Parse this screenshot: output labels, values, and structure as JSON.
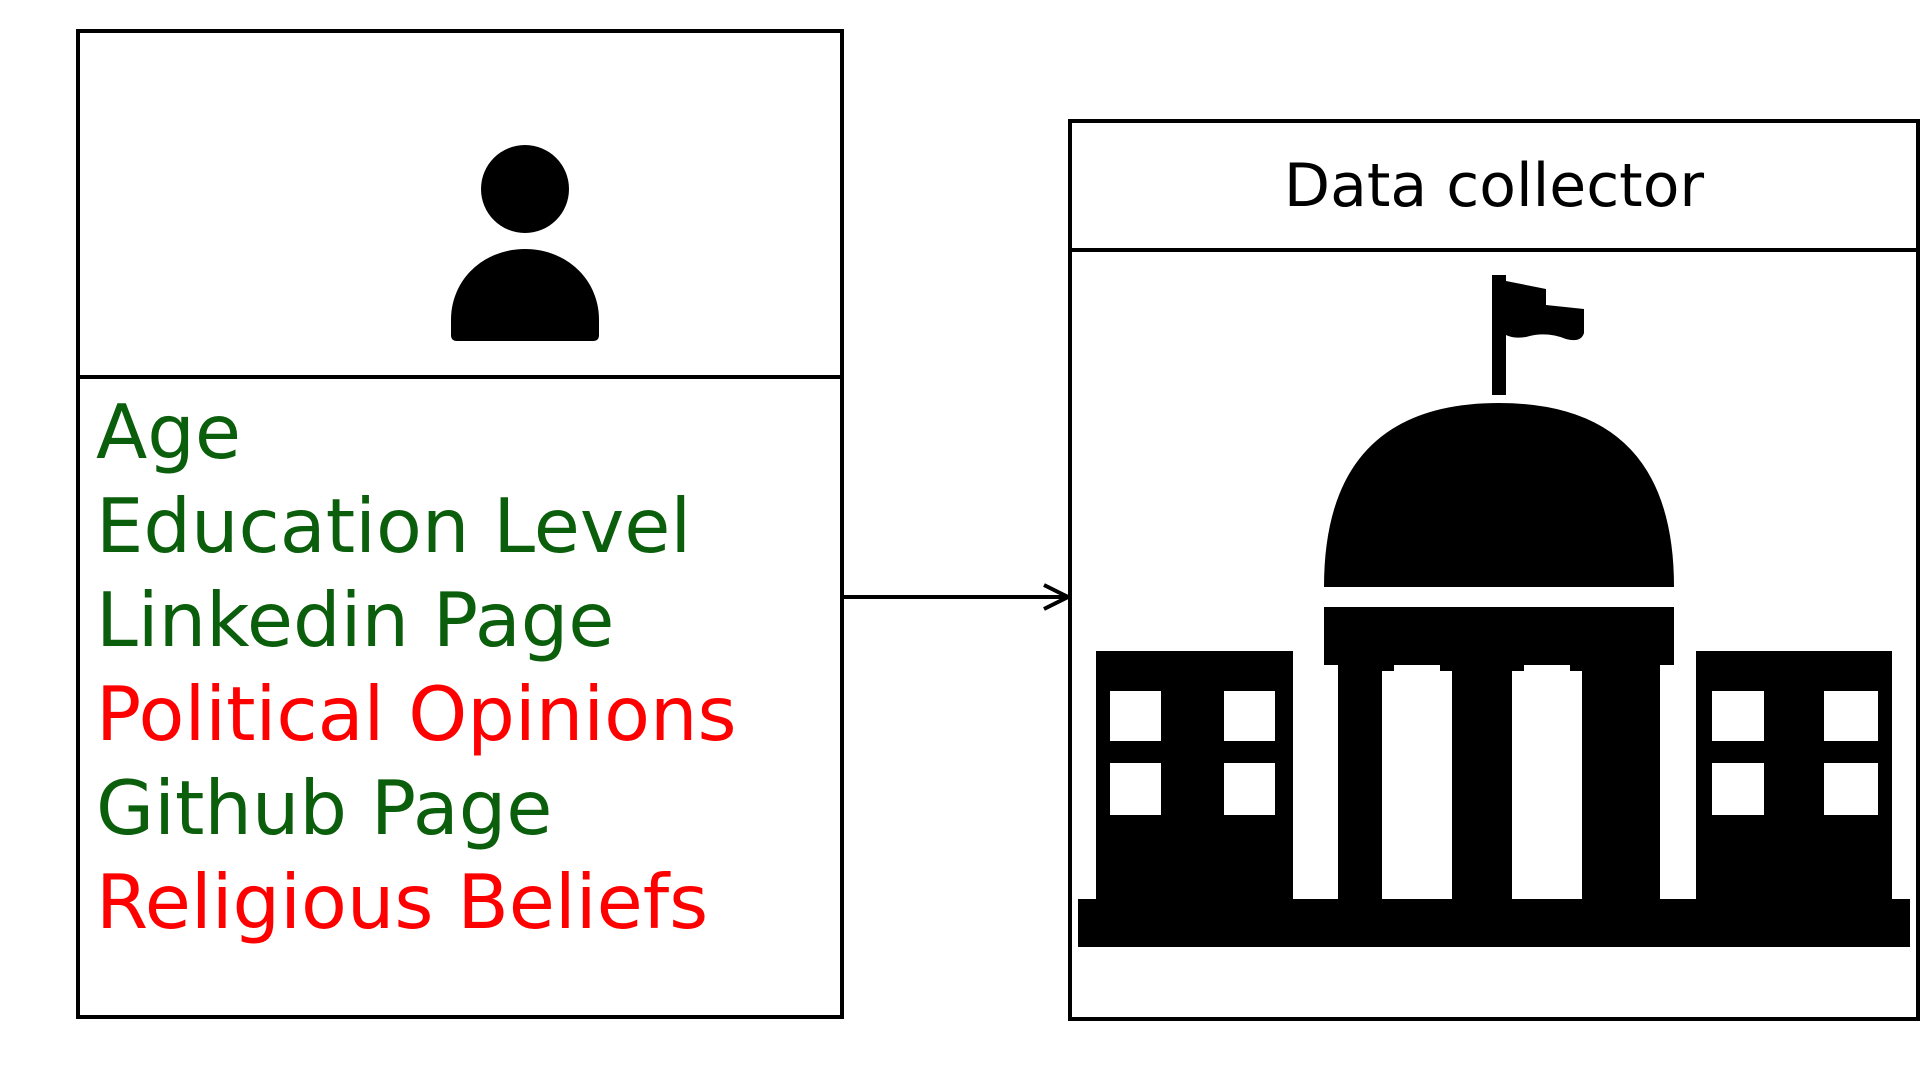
{
  "person": {
    "icon": "person-icon",
    "attributes": [
      {
        "label": "Age",
        "color": "#0b5e0b"
      },
      {
        "label": "Education Level",
        "color": "#0b5e0b"
      },
      {
        "label": "Linkedin Page",
        "color": "#0b5e0b"
      },
      {
        "label": "Political Opinions",
        "color": "#ff0000"
      },
      {
        "label": "Github Page",
        "color": "#0b5e0b"
      },
      {
        "label": "Religious Beliefs",
        "color": "#ff0000"
      }
    ]
  },
  "collector": {
    "title": "Data collector",
    "icon": "government-building-icon"
  },
  "connector": {
    "direction": "person-to-collector",
    "icon": "arrow-right-icon"
  }
}
